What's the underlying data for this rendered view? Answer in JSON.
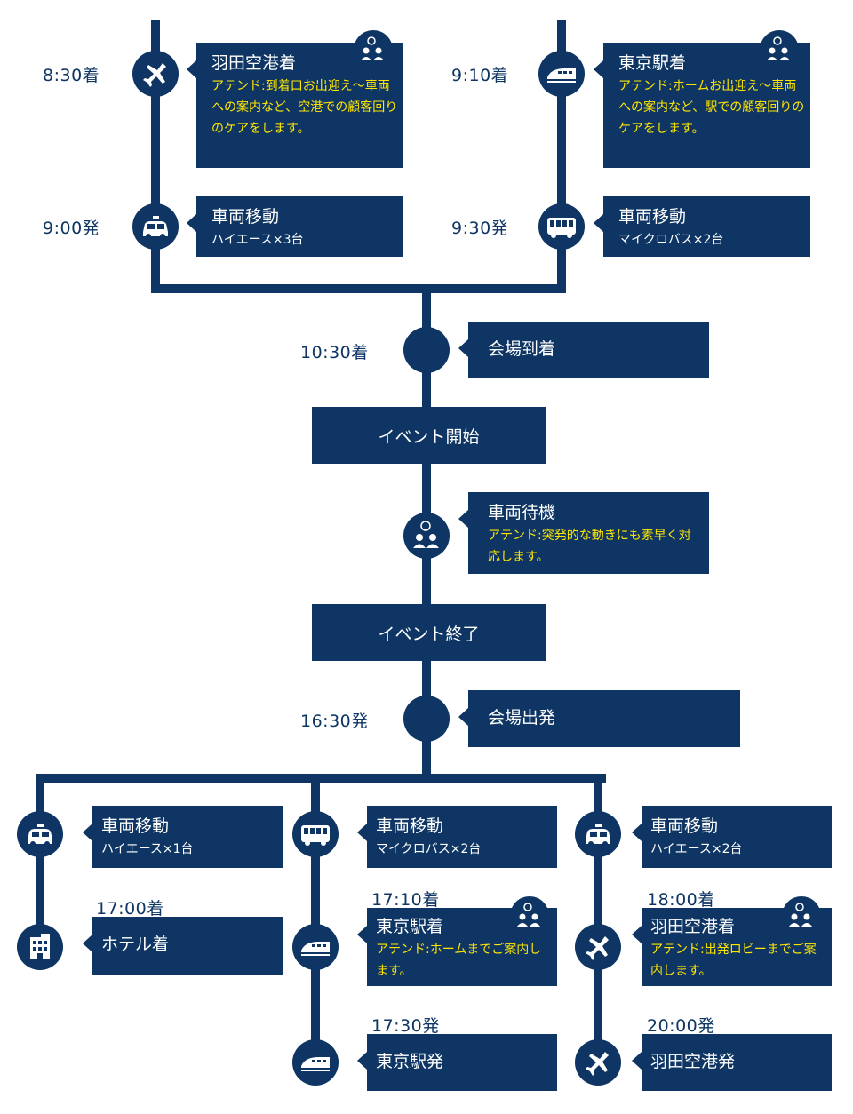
{
  "colors": {
    "navy": "#0e3563",
    "attend": "#ffe600",
    "text": "#ffffff"
  },
  "top_left": {
    "arrive_time": "8:30着",
    "arrive_title": "羽田空港着",
    "arrive_attend": "アテンド:到着口お出迎え〜車両への案内など、空港での顧客回りのケアをします。",
    "depart_time": "9:00発",
    "move_title": "車両移動",
    "move_sub": "ハイエース×3台"
  },
  "top_right": {
    "arrive_time": "9:10着",
    "arrive_title": "東京駅着",
    "arrive_attend": "アテンド:ホームお出迎え〜車両への案内など、駅での顧客回りのケアをします。",
    "depart_time": "9:30発",
    "move_title": "車両移動",
    "move_sub": "マイクロバス×2台"
  },
  "middle": {
    "venue_time": "10:30着",
    "venue_arrive": "会場到着",
    "event_start": "イベント開始",
    "standby_title": "車両待機",
    "standby_attend": "アテンド:突発的な動きにも素早く対応します。",
    "event_end": "イベント終了",
    "leave_time": "16:30発",
    "venue_leave": "会場出発"
  },
  "bottom_left": {
    "move_title": "車両移動",
    "move_sub": "ハイエース×1台",
    "hotel_time": "17:00着",
    "hotel_title": "ホテル着"
  },
  "bottom_mid": {
    "move_title": "車両移動",
    "move_sub": "マイクロバス×2台",
    "arrive_time": "17:10着",
    "arrive_title": "東京駅着",
    "arrive_attend": "アテンド:ホームまでご案内します。",
    "depart_time": "17:30発",
    "depart_title": "東京駅発"
  },
  "bottom_right": {
    "move_title": "車両移動",
    "move_sub": "ハイエース×2台",
    "arrive_time": "18:00着",
    "arrive_title": "羽田空港着",
    "arrive_attend": "アテンド:出発ロビーまでご案内します。",
    "depart_time": "20:00発",
    "depart_title": "羽田空港発"
  }
}
